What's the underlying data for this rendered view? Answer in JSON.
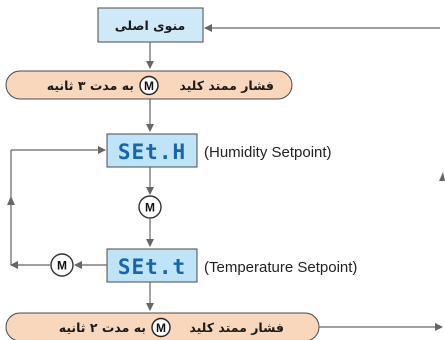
{
  "main_menu": {
    "label": "منوی اصلی"
  },
  "hold_top": {
    "prefix": "فشار ممتد کلید",
    "key": "M",
    "suffix": "به مدت ۳ ثانیه"
  },
  "hold_bottom": {
    "prefix": "فشار ممتد کلید",
    "key": "M",
    "suffix": "به مدت ۲ ثانیه"
  },
  "humidity": {
    "display": "SEt.H",
    "description": "(Humidity Setpoint)"
  },
  "temperature": {
    "display": "SEt.t",
    "description": "(Temperature Setpoint)"
  },
  "m_button": {
    "label": "M"
  },
  "colors": {
    "lcd_fill": "#bfe4f8",
    "lcd_digit": "#1565b0",
    "menu_fill": "#cfe9f9",
    "pill_fill": "#f9d7bd",
    "line": "#666666"
  }
}
